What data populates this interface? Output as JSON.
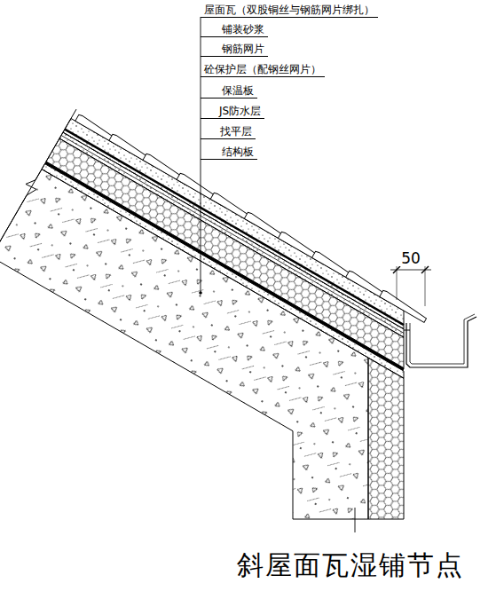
{
  "diagram": {
    "caption": "斜屋面瓦湿铺节点",
    "labels": [
      "屋面瓦（双股铜丝与钢筋网片绑扎）",
      "铺装砂浆",
      "钢筋网片",
      "砼保护层（配钢丝网片）",
      "保温板",
      "JS防水层",
      "找平层",
      "结构板",
      "50"
    ]
  }
}
